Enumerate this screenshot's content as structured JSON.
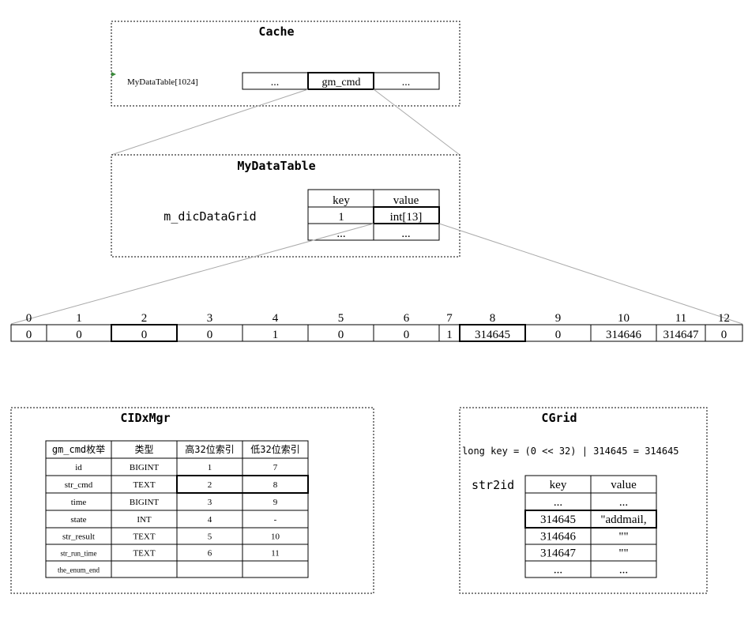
{
  "cache": {
    "title": "Cache",
    "label": "MyDataTable[1024]",
    "cells": [
      "...",
      "gm_cmd",
      "..."
    ]
  },
  "mydatatable": {
    "title": "MyDataTable",
    "label": "m_dicDataGrid",
    "header": [
      "key",
      "value"
    ],
    "rows": [
      [
        "1",
        "int[13]"
      ],
      [
        "...",
        "..."
      ]
    ]
  },
  "array": {
    "indices": [
      "0",
      "1",
      "2",
      "3",
      "4",
      "5",
      "6",
      "7",
      "8",
      "9",
      "10",
      "11",
      "12"
    ],
    "values": [
      "0",
      "0",
      "0",
      "0",
      "1",
      "0",
      "0",
      "1",
      "314645",
      "0",
      "314646",
      "314647",
      "0"
    ]
  },
  "cidxmgr": {
    "title": "CIDxMgr",
    "header": [
      "gm_cmd枚举",
      "类型",
      "高32位索引",
      "低32位索引"
    ],
    "rows": [
      [
        "id",
        "BIGINT",
        "1",
        "7"
      ],
      [
        "str_cmd",
        "TEXT",
        "2",
        "8"
      ],
      [
        "time",
        "BIGINT",
        "3",
        "9"
      ],
      [
        "state",
        "INT",
        "4",
        "-"
      ],
      [
        "str_result",
        "TEXT",
        "5",
        "10"
      ],
      [
        "str_run_time",
        "TEXT",
        "6",
        "11"
      ],
      [
        "the_enum_end",
        "",
        "",
        ""
      ]
    ]
  },
  "cgrid": {
    "title": "CGrid",
    "formula": "long key = (0 << 32) | 314645 = 314645",
    "label": "str2id",
    "header": [
      "key",
      "value"
    ],
    "rows": [
      [
        "...",
        "..."
      ],
      [
        "314645",
        "\"addmail,"
      ],
      [
        "314646",
        "\"\""
      ],
      [
        "314647",
        "\"\""
      ],
      [
        "...",
        "..."
      ]
    ]
  }
}
